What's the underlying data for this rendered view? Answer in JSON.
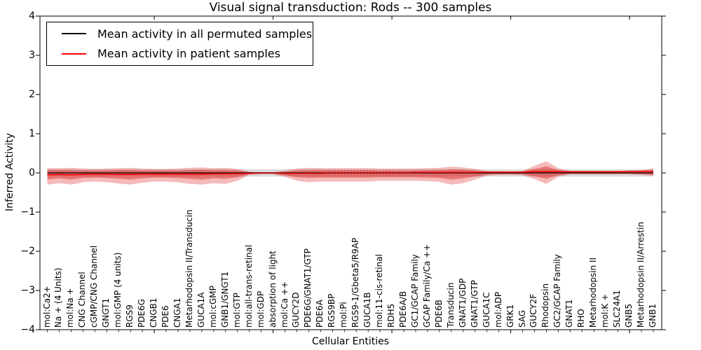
{
  "title": "Visual signal transduction: Rods -- 300 samples",
  "xlabel": "Cellular Entities",
  "ylabel": "Inferred Activity",
  "legend": [
    {
      "label": "Mean activity in all permuted samples",
      "color": "#000000"
    },
    {
      "label": "Mean activity in patient samples",
      "color": "#ff0000"
    }
  ],
  "chart_data": {
    "type": "line",
    "title": "Visual signal transduction: Rods -- 300 samples",
    "xlabel": "Cellular Entities",
    "ylabel": "Inferred Activity",
    "ylim": [
      -4,
      4
    ],
    "ytick_values": [
      4,
      3,
      2,
      1,
      0,
      -1,
      -2,
      -3,
      -4
    ],
    "ytick_labels": [
      "4",
      "3",
      "2",
      "1",
      "0",
      "−1",
      "−2",
      "−3",
      "−4"
    ],
    "xticks_major_units": [
      10,
      20,
      30,
      40,
      50
    ],
    "grid": false,
    "legend_position": "upper left",
    "categories": [
      "mol:Ca2+",
      "Na + (4 Units)",
      "mol:Na +",
      "CNG Channel",
      "cGMP/CNG Channel",
      "GNGT1",
      "mol:GMP (4 units)",
      "RGS9",
      "PDE6G",
      "CNGB1",
      "PDE6",
      "CNGA1",
      "Metarhodopsin II/Transducin",
      "GUCA1A",
      "mol:cGMP",
      "GNB1/GNGT1",
      "mol:GTP",
      "mol:all-trans-retinal",
      "mol:GDP",
      "absorption of light",
      "mol:Ca ++",
      "GUCY2D",
      "PDE6G/GNAT1/GTP",
      "PDE6A",
      "RGS9BP",
      "mol:Pi",
      "RGS9-1/Gbeta5/R9AP",
      "GUCA1B",
      "mol:11-cis-retinal",
      "RDH5",
      "PDE6A/B",
      "GC1/GCAP Family",
      "GCAP Family/Ca ++",
      "PDE6B",
      "Transducin",
      "GNAT1/GDP",
      "GNAT1/GTP",
      "GUCA1C",
      "mol:ADP",
      "GRK1",
      "SAG",
      "GUCY2F",
      "Rhodopsin",
      "GC2/GCAP Family",
      "GNAT1",
      "RHO",
      "Metarhodopsin II",
      "mol:K +",
      "SLC24A1",
      "GNB5",
      "Metarhodopsin II/Arrestin",
      "GNB1"
    ],
    "series": [
      {
        "name": "Mean activity in all permuted samples",
        "color": "#000000",
        "style": "solid",
        "width": 1.3,
        "values": [
          0,
          0,
          0,
          0,
          0,
          0,
          0,
          0,
          0,
          0,
          0,
          0,
          0,
          0,
          0,
          0,
          0,
          0,
          0,
          0,
          0,
          0,
          0,
          0,
          0,
          0,
          0,
          0,
          0,
          0,
          0,
          0,
          0,
          0,
          0,
          0,
          0,
          0,
          0,
          0,
          0,
          0,
          0,
          0,
          0,
          0,
          0,
          0,
          0,
          0,
          0,
          0
        ]
      },
      {
        "name": "Mean activity in patient samples",
        "color": "#ff0000",
        "style": "solid",
        "width": 1.5,
        "values": [
          -0.05,
          -0.04,
          -0.05,
          -0.04,
          -0.03,
          -0.03,
          -0.04,
          -0.04,
          -0.03,
          -0.03,
          -0.03,
          -0.03,
          -0.03,
          -0.03,
          -0.02,
          -0.02,
          -0.02,
          -0.01,
          0,
          0,
          -0.01,
          -0.01,
          -0.01,
          -0.01,
          0,
          0,
          0,
          0,
          0,
          0,
          0,
          0.01,
          0.01,
          0.01,
          0.01,
          0.01,
          0.01,
          0.02,
          0.02,
          0.02,
          0.02,
          0.03,
          0.03,
          0.03,
          0.03,
          0.03,
          0.03,
          0.03,
          0.03,
          0.04,
          0.04,
          0.04
        ]
      }
    ],
    "zero_line": {
      "color": "#000000",
      "style": "dotted",
      "y": 0
    },
    "bands": [
      {
        "name": "permuted-samples-std-band",
        "fill": "rgba(130,130,130,0.28)",
        "upper_const": 0.095,
        "lower_const": -0.095
      },
      {
        "name": "patient-samples-std-band-outer",
        "fill": "rgba(225,40,40,0.32)",
        "upper": [
          0.12,
          0.12,
          0.13,
          0.11,
          0.1,
          0.11,
          0.12,
          0.13,
          0.11,
          0.1,
          0.1,
          0.11,
          0.13,
          0.14,
          0.12,
          0.13,
          0.1,
          0.03,
          0.02,
          0.02,
          0.06,
          0.11,
          0.13,
          0.12,
          0.12,
          0.12,
          0.12,
          0.12,
          0.11,
          0.11,
          0.11,
          0.11,
          0.12,
          0.13,
          0.16,
          0.14,
          0.1,
          0.05,
          0.04,
          0.04,
          0.05,
          0.18,
          0.3,
          0.12,
          0.05,
          0.05,
          0.05,
          0.05,
          0.05,
          0.06,
          0.07,
          0.12
        ],
        "lower": [
          -0.3,
          -0.26,
          -0.3,
          -0.24,
          -0.22,
          -0.24,
          -0.27,
          -0.3,
          -0.25,
          -0.22,
          -0.22,
          -0.24,
          -0.28,
          -0.3,
          -0.26,
          -0.28,
          -0.2,
          -0.05,
          -0.03,
          -0.03,
          -0.1,
          -0.2,
          -0.24,
          -0.22,
          -0.22,
          -0.22,
          -0.22,
          -0.22,
          -0.2,
          -0.2,
          -0.2,
          -0.2,
          -0.21,
          -0.23,
          -0.3,
          -0.26,
          -0.17,
          -0.07,
          -0.05,
          -0.05,
          -0.06,
          -0.16,
          -0.28,
          -0.1,
          -0.04,
          -0.04,
          -0.04,
          -0.04,
          -0.04,
          -0.04,
          -0.05,
          -0.08
        ]
      },
      {
        "name": "patient-samples-std-band-inner",
        "fill": "rgba(220,20,20,0.40)",
        "upper": [
          0.07,
          0.07,
          0.07,
          0.06,
          0.06,
          0.06,
          0.07,
          0.07,
          0.06,
          0.06,
          0.06,
          0.06,
          0.07,
          0.08,
          0.07,
          0.07,
          0.06,
          0.02,
          0.01,
          0.01,
          0.03,
          0.06,
          0.07,
          0.07,
          0.07,
          0.07,
          0.07,
          0.07,
          0.06,
          0.06,
          0.06,
          0.06,
          0.07,
          0.07,
          0.09,
          0.08,
          0.06,
          0.03,
          0.02,
          0.02,
          0.03,
          0.1,
          0.17,
          0.07,
          0.03,
          0.03,
          0.03,
          0.03,
          0.03,
          0.03,
          0.04,
          0.07
        ],
        "lower": [
          -0.17,
          -0.14,
          -0.17,
          -0.13,
          -0.12,
          -0.13,
          -0.15,
          -0.17,
          -0.14,
          -0.12,
          -0.12,
          -0.13,
          -0.15,
          -0.17,
          -0.14,
          -0.15,
          -0.11,
          -0.03,
          -0.02,
          -0.02,
          -0.06,
          -0.11,
          -0.13,
          -0.12,
          -0.12,
          -0.12,
          -0.12,
          -0.12,
          -0.11,
          -0.11,
          -0.11,
          -0.11,
          -0.12,
          -0.13,
          -0.17,
          -0.14,
          -0.09,
          -0.04,
          -0.03,
          -0.03,
          -0.03,
          -0.09,
          -0.15,
          -0.06,
          -0.02,
          -0.02,
          -0.02,
          -0.02,
          -0.02,
          -0.02,
          -0.03,
          -0.04
        ]
      }
    ]
  }
}
